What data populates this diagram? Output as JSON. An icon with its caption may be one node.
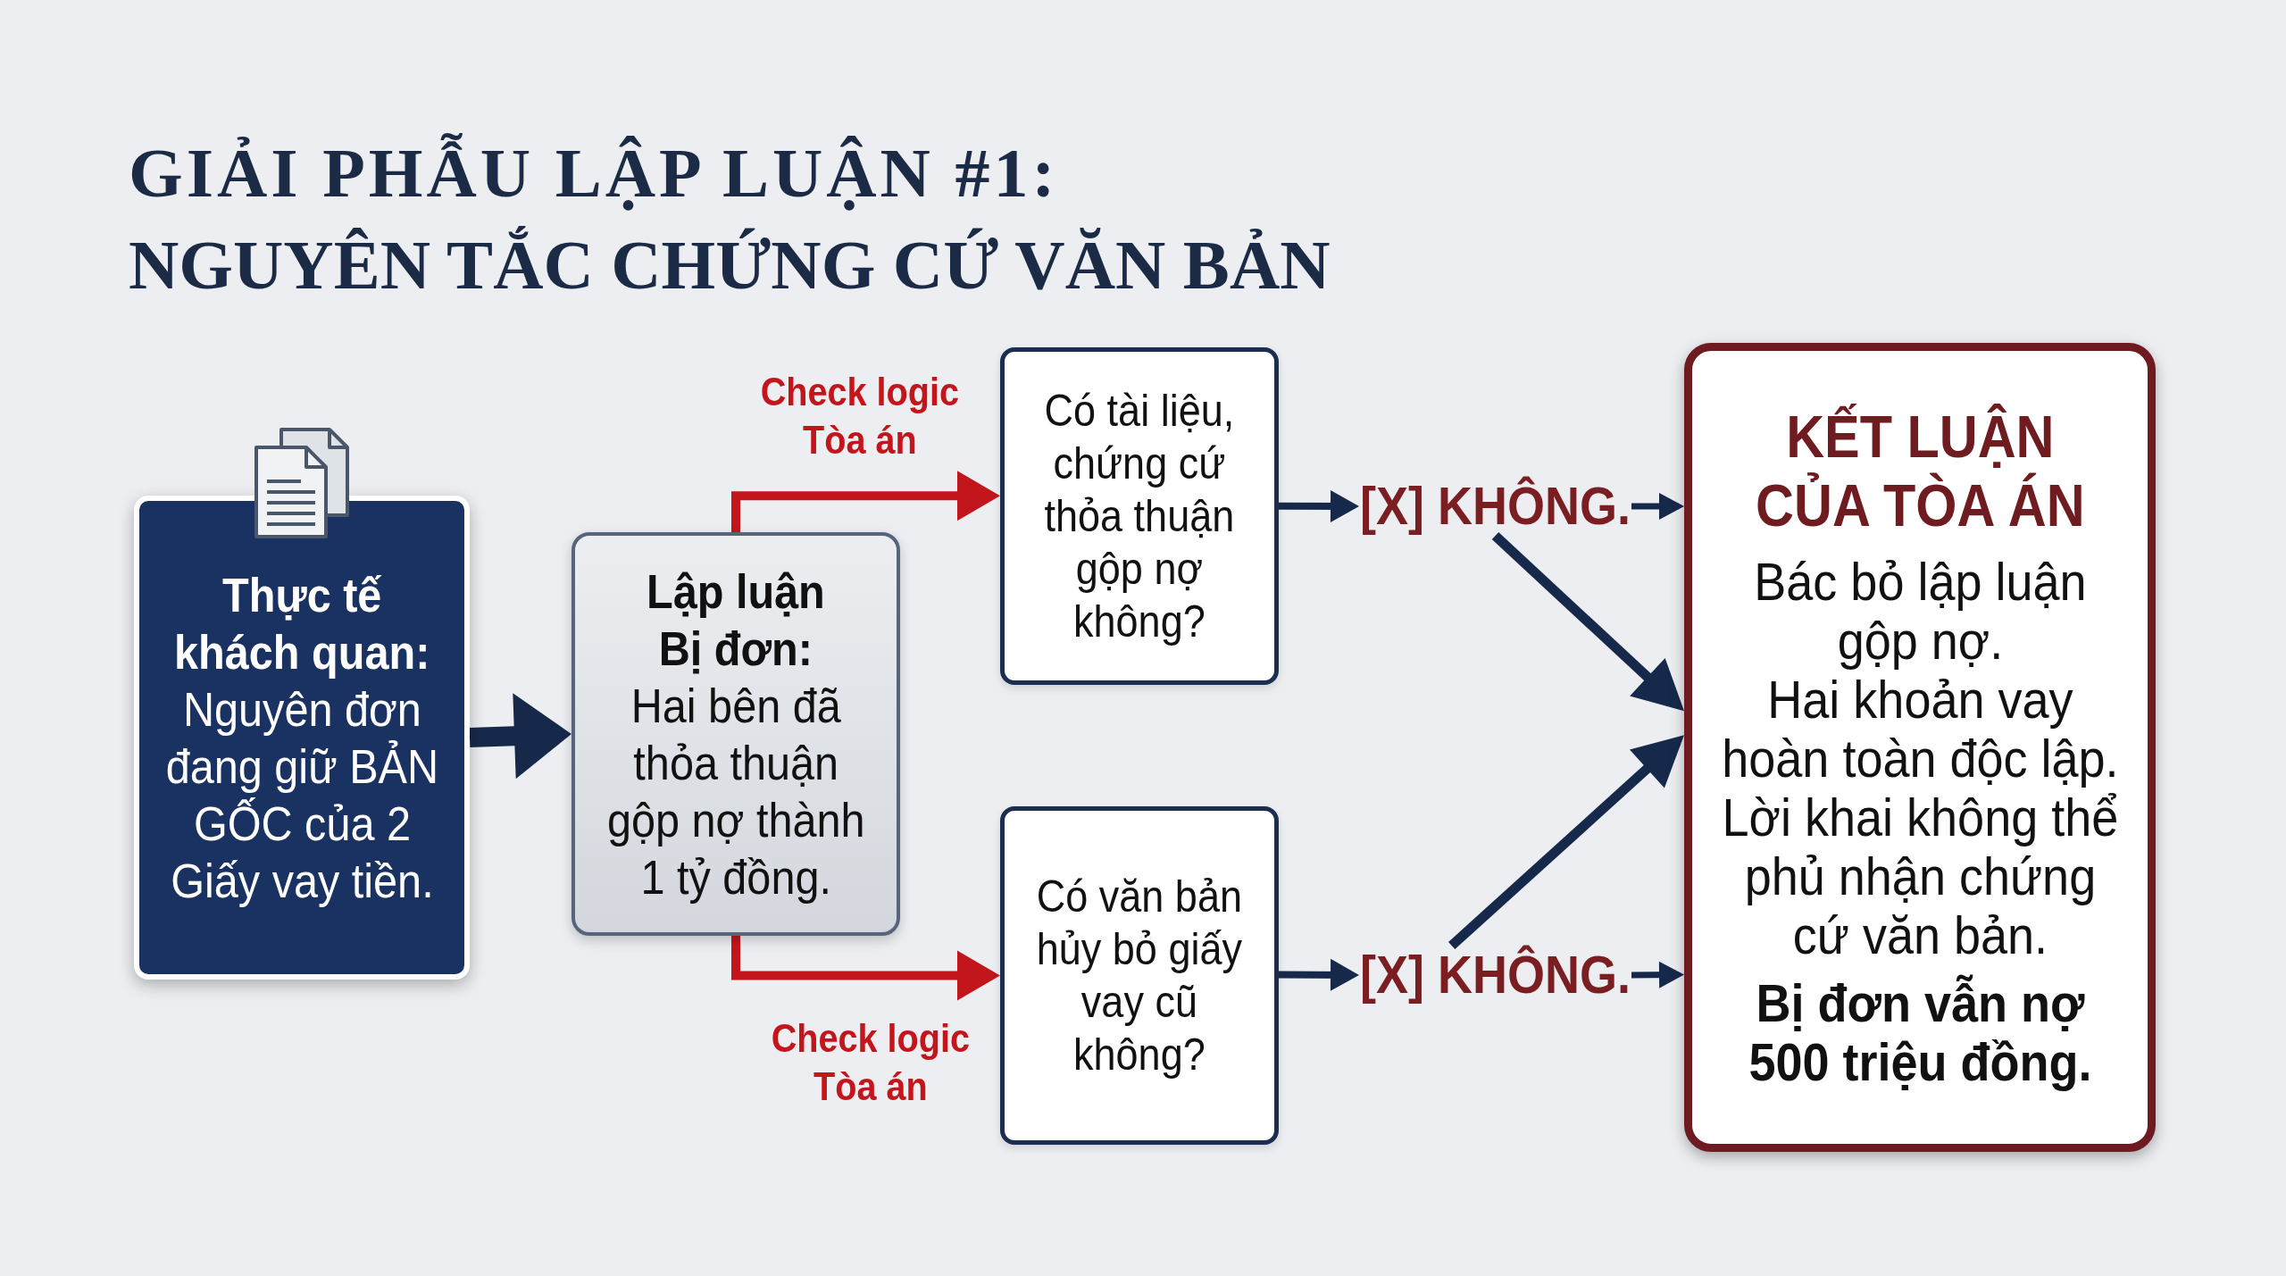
{
  "diagram": {
    "title": "GIẢI PHẪU LẬP LUẬN #1: NGUYÊN TẮC CHỨNG CỨ VĂN BẢN",
    "nodes": [
      {
        "text": [
          "Thực tế khách quan:",
          "Nguyên đơn đang giữ BẢN GỐC của 2 Giấy vay tiền."
        ]
      },
      {
        "text": [
          "Lập luận Bị đơn:",
          "Hai bên đã thỏa thuận gộp nợ thành 1 tỷ đồng."
        ]
      },
      {
        "text": [
          "Có tài liệu, chứng cứ thỏa thuận gộp nợ không?"
        ]
      },
      {
        "text": [
          "Có văn bản hủy bỏ giấy vay cũ không?"
        ]
      },
      {
        "text": [
          "[X] KHÔNG."
        ]
      },
      {
        "text": [
          "[X] KHÔNG."
        ]
      },
      {
        "text": [
          "KẾT LUẬN CỦA TÒA ÁN",
          "Bác bỏ lập luận gộp nợ.",
          "Hai khoản vay hoàn toàn độc lập.",
          "Lời khai không thể phủ nhận chứng cứ văn bản.",
          "Bị đơn vẫn nợ 500 triệu đồng."
        ]
      }
    ],
    "edges": [
      {
        "from": 0,
        "to": 1,
        "arrow": "to",
        "style": "thick"
      },
      {
        "from": 1,
        "to": 2,
        "arrow": "to",
        "label": "Check logic Tòa án",
        "color": "#c3161c"
      },
      {
        "from": 1,
        "to": 3,
        "arrow": "to",
        "label": "Check logic Tòa án",
        "color": "#c3161c"
      },
      {
        "from": 2,
        "to": 4,
        "arrow": "to"
      },
      {
        "from": 3,
        "to": 5,
        "arrow": "to"
      },
      {
        "from": 4,
        "to": 6,
        "arrow": "to"
      },
      {
        "from": 4,
        "to": 6,
        "arrow": "to"
      },
      {
        "from": 5,
        "to": 6,
        "arrow": "to"
      },
      {
        "from": 5,
        "to": 6,
        "arrow": "to"
      }
    ]
  }
}
